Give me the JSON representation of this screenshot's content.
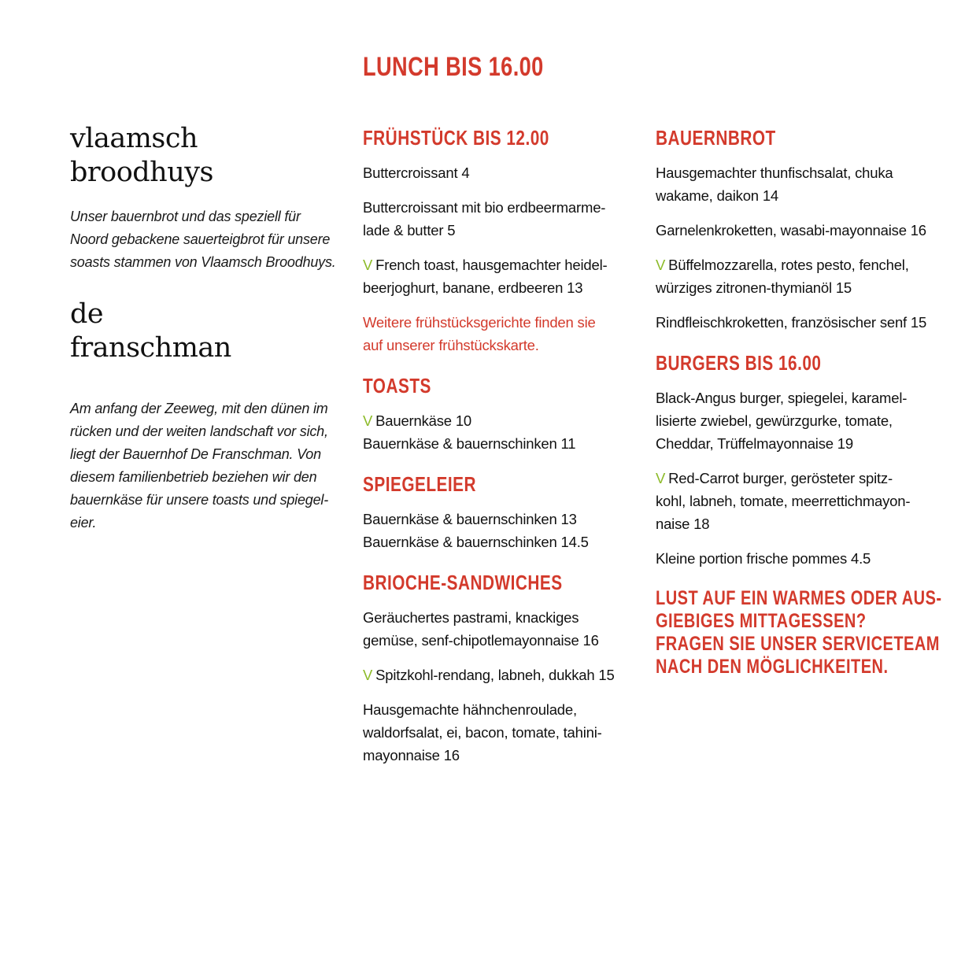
{
  "page": {
    "title": "LUNCH BIS 16.00"
  },
  "left": {
    "brand1_line1": "vlaamsch",
    "brand1_line2": "broodhuys",
    "intro1_lines": [
      "Unser bauernbrot und das speziell für",
      "Noord gebackene sauerteigbrot für unsere",
      "soasts stammen von Vlaamsch Broodhuys."
    ],
    "brand2_line1": "de",
    "brand2_line2": "franschman",
    "intro2_lines": [
      "Am anfang der Zeeweg, mit den dünen im",
      "rücken und der weiten landschaft vor sich,",
      "liegt der Bauernhof De Franschman. Von",
      "diesem familienbetrieb beziehen wir den",
      "bauernkäse für unsere toasts und spiegel-",
      "eier."
    ]
  },
  "veg_marker": "V",
  "colors": {
    "accent_red": "#d33a2c",
    "veg_green": "#8dbb2a",
    "text": "#111111"
  },
  "middle": {
    "fruehstueck": {
      "heading": "FRÜHSTÜCK BIS 12.00",
      "item1": "Buttercroissant 4",
      "item2_l1": "Buttercroissant mit bio erdbeermarme-",
      "item2_l2": "lade & butter 5",
      "item3_l1": "French toast, hausgemachter heidel-",
      "item3_l2": "beerjoghurt, banane, erdbeeren 13",
      "note_l1": "Weitere frühstücksgerichte finden sie",
      "note_l2": "auf unserer frühstückskarte."
    },
    "toasts": {
      "heading": "TOASTS",
      "item1": "Bauernkäse 10",
      "item2": "Bauernkäse & bauernschinken 11"
    },
    "spiegeleier": {
      "heading": "SPIEGELEIER",
      "item1": "Bauernkäse & bauernschinken 13",
      "item2": "Bauernkäse & bauernschinken 14.5"
    },
    "brioche": {
      "heading": "BRIOCHE-SANDWICHES",
      "item1_l1": "Geräuchertes pastrami, knackiges",
      "item1_l2": "gemüse, senf-chipotlemayonnaise  16",
      "item2": "Spitzkohl-rendang, labneh, dukkah 15",
      "item3_l1": "Hausgemachte hähnchenroulade,",
      "item3_l2": "waldorfsalat, ei, bacon, tomate, tahini-",
      "item3_l3": "mayonnaise 16"
    }
  },
  "right": {
    "bauernbrot": {
      "heading": "BAUERNBROT",
      "item1_l1": "Hausgemachter thunfischsalat, chuka",
      "item1_l2": "wakame, daikon 14",
      "item2": "Garnelenkroketten, wasabi-mayonnaise 16",
      "item3_l1": "Büffelmozzarella, rotes pesto, fenchel,",
      "item3_l2": "würziges zitronen-thymianöl 15",
      "item4": "Rindfleischkroketten, französischer senf 15"
    },
    "burgers": {
      "heading": "BURGERS BIS 16.00",
      "item1_l1": "Black-Angus burger, spiegelei, karamel-",
      "item1_l2": "lisierte zwiebel, gewürzgurke, tomate,",
      "item1_l3": "Cheddar, Trüffelmayonnaise 19",
      "item2_l1": "Red-Carrot burger, gerösteter spitz-",
      "item2_l2": "kohl, labneh, tomate, meerrettichmayon-",
      "item2_l3": "naise 18",
      "item3": "Kleine portion frische pommes 4.5"
    },
    "cta_lines": [
      "LUST AUF EIN WARMES ODER AUS-",
      "GIEBIGES MITTAGESSEN?",
      "FRAGEN SIE UNSER SERVICETEAM",
      "NACH DEN MÖGLICHKEITEN."
    ]
  }
}
